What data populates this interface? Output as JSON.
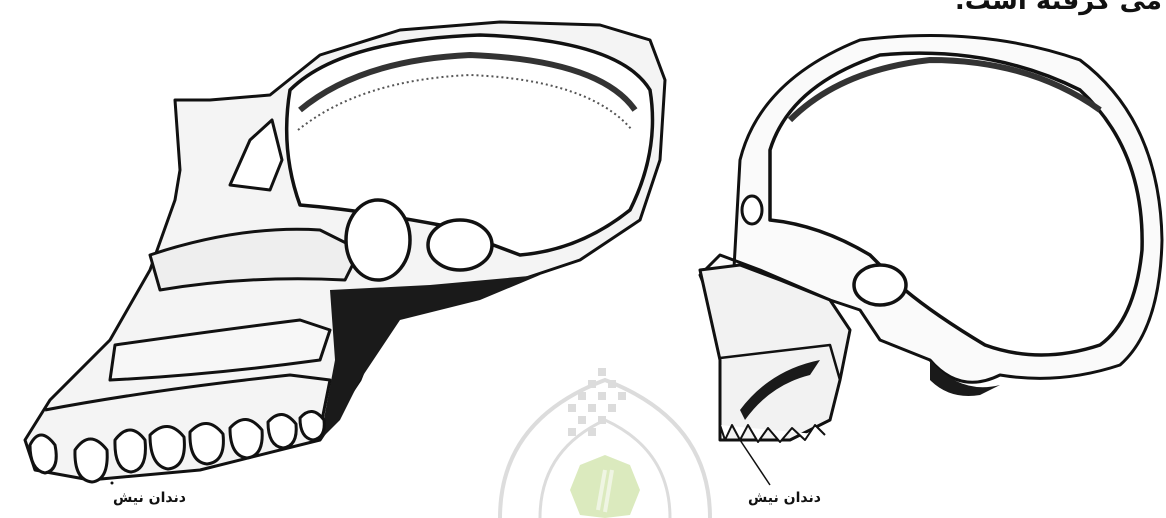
{
  "caption": {
    "top_text": "می گرفته است."
  },
  "labels": {
    "left_skull": "دندان نیش",
    "right_skull": "دندان نیش"
  },
  "colors": {
    "ink": "#111111",
    "watermark": "#d9d9d9",
    "watermark_accent": "#d8e8b8"
  }
}
